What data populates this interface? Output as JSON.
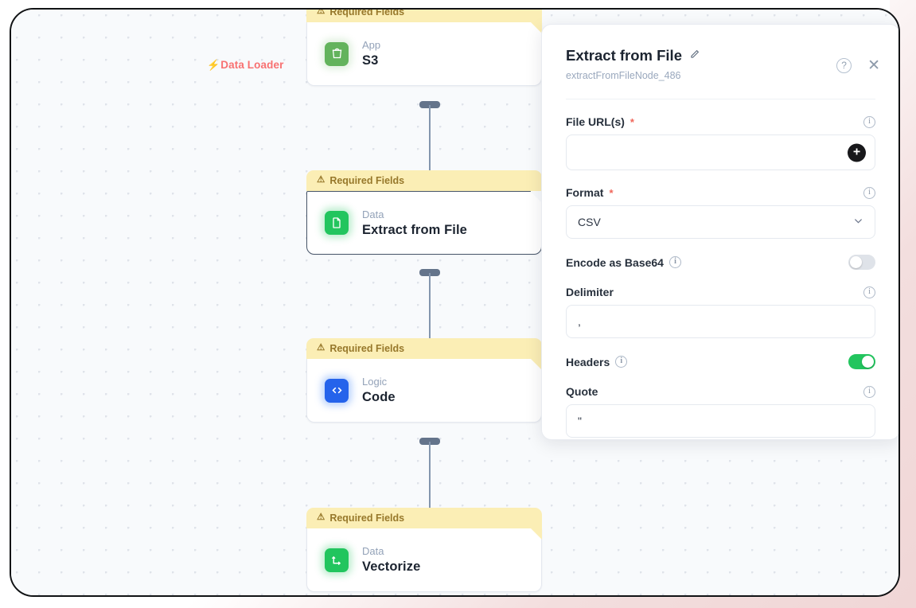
{
  "group": {
    "label": "Data Loader",
    "icon": "lightning-bolt-icon",
    "color": "#f87171"
  },
  "nodes": [
    {
      "banner": "Required Fields",
      "category": "App",
      "title": "S3",
      "icon": "s3-bucket-icon",
      "selected": false
    },
    {
      "banner": "Required Fields",
      "category": "Data",
      "title": "Extract from File",
      "icon": "file-document-icon",
      "selected": true
    },
    {
      "banner": "Required Fields",
      "category": "Logic",
      "title": "Code",
      "icon": "code-brackets-icon",
      "selected": false
    },
    {
      "banner": "Required Fields",
      "category": "Data",
      "title": "Vectorize",
      "icon": "vector-arrows-icon",
      "selected": false
    }
  ],
  "panel": {
    "title": "Extract from File",
    "subtitle": "extractFromFileNode_486",
    "edit_icon": "pencil-icon",
    "help_icon": "help-circle-icon",
    "close_icon": "close-icon",
    "fields": [
      {
        "label": "File URL(s)",
        "required": true,
        "type": "text-with-add",
        "value": "",
        "add_icon": "plus-icon",
        "info_icon": "info-icon"
      },
      {
        "label": "Format",
        "required": true,
        "type": "select",
        "value": "CSV",
        "chevron_icon": "chevron-down-icon",
        "info_icon": "info-icon"
      },
      {
        "label": "Encode as Base64",
        "required": false,
        "type": "toggle",
        "value": "off",
        "info_icon": "info-icon"
      },
      {
        "label": "Delimiter",
        "required": false,
        "type": "text",
        "value": ",",
        "info_icon": "info-icon"
      },
      {
        "label": "Headers",
        "required": false,
        "type": "toggle",
        "value": "on",
        "info_icon": "info-icon"
      },
      {
        "label": "Quote",
        "required": false,
        "type": "text",
        "value": "\"",
        "info_icon": "info-icon"
      }
    ],
    "colors": {
      "toggle_on": "#22c55e",
      "required_star": "#f0665a",
      "add_button": "#18181b"
    }
  }
}
